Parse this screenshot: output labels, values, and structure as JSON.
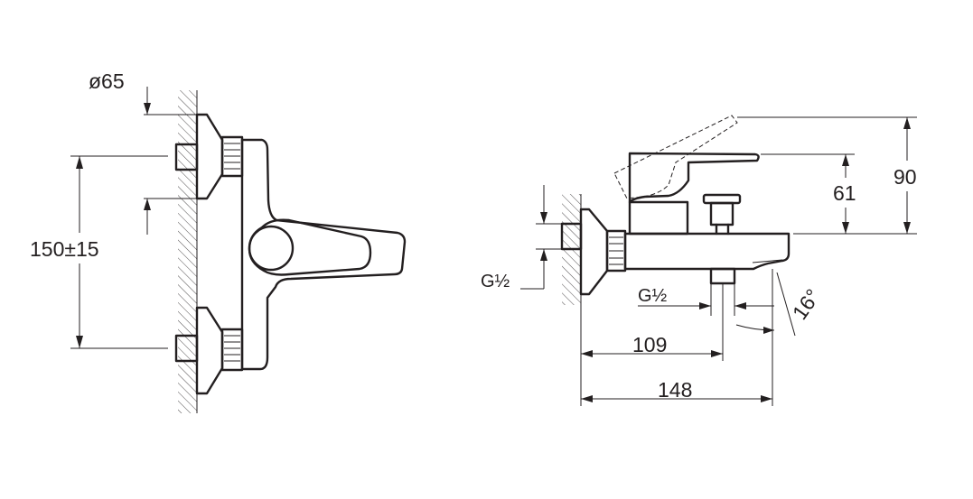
{
  "front_view": {
    "diameter_label": "ø65",
    "center_distance_label": "150±15"
  },
  "side_view": {
    "inlet_thread_label": "G½",
    "outlet_thread_label": "G½",
    "total_height_label": "90",
    "lever_height_label": "61",
    "outlet_depth_label": "109",
    "spout_depth_label": "148",
    "spout_angle_label": "16°"
  },
  "colors": {
    "line": "#231f20",
    "background": "#ffffff"
  }
}
